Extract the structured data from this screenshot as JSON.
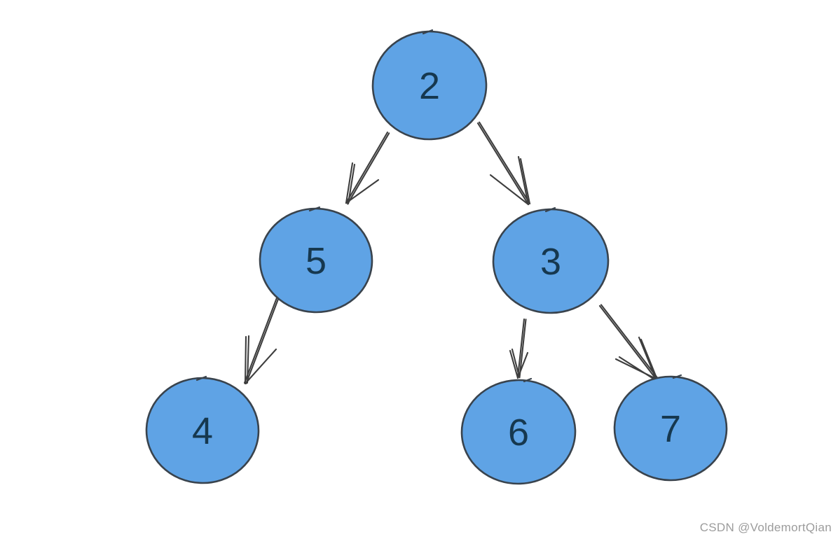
{
  "diagram": {
    "type": "tree",
    "nodes": [
      {
        "id": "n2",
        "label": "2"
      },
      {
        "id": "n5",
        "label": "5"
      },
      {
        "id": "n3",
        "label": "3"
      },
      {
        "id": "n4",
        "label": "4"
      },
      {
        "id": "n6",
        "label": "6"
      },
      {
        "id": "n7",
        "label": "7"
      }
    ],
    "edges": [
      {
        "from": "2",
        "to": "5"
      },
      {
        "from": "2",
        "to": "3"
      },
      {
        "from": "5",
        "to": "4"
      },
      {
        "from": "3",
        "to": "6"
      },
      {
        "from": "3",
        "to": "7"
      }
    ],
    "colors": {
      "node_fill": "#5fa3e5",
      "node_stroke": "#39434d",
      "label_text": "#16384f",
      "arrow": "#3e3e3e",
      "background": "#ffffff"
    }
  },
  "watermark": {
    "text": "CSDN @VoldemortQian",
    "color": "#9c9c9c"
  }
}
